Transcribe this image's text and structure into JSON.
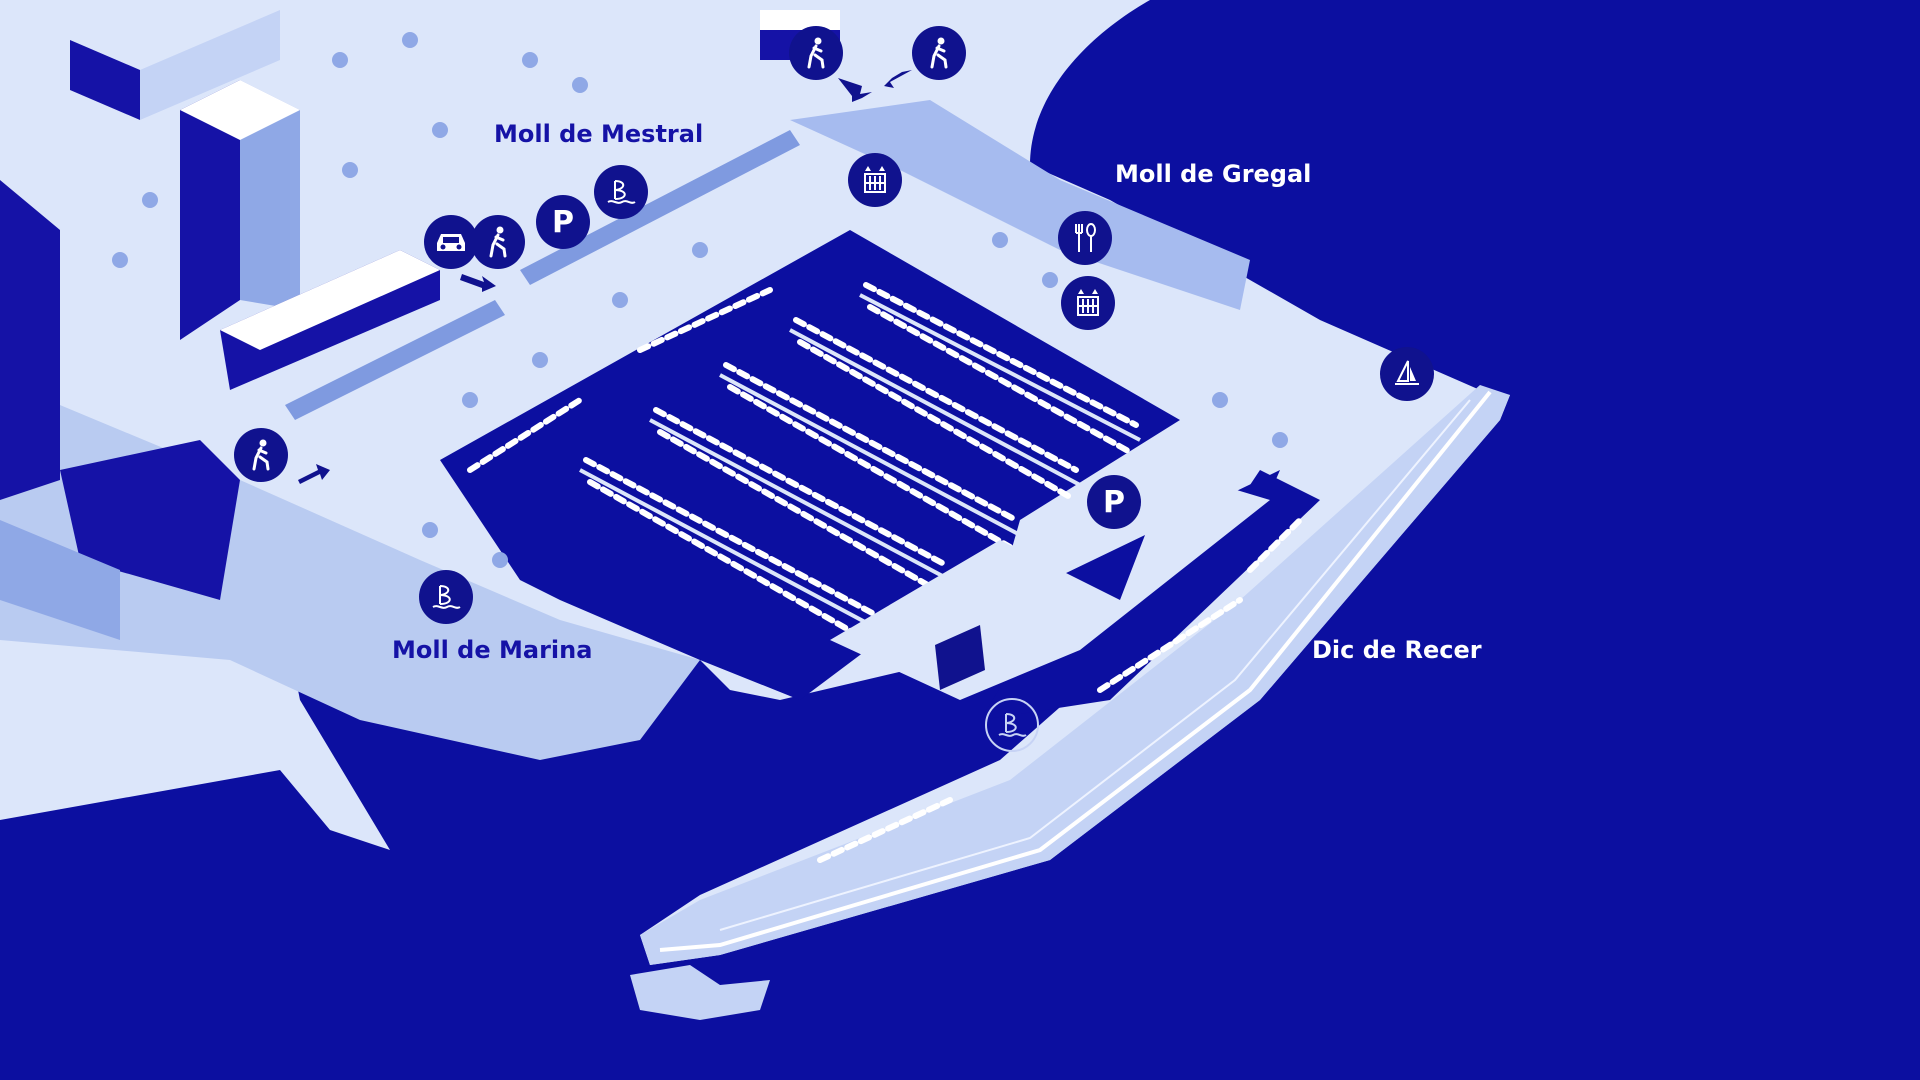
{
  "map": {
    "labels": {
      "moll_mestral": "Moll de Mestral",
      "moll_gregal": "Moll de Gregal",
      "moll_marina": "Moll de Marina",
      "dic_recer": "Dic de Recer"
    },
    "parking_letter": "P",
    "colors": {
      "sea": "#0c0fa0",
      "land_light": "#dce6fa",
      "land_mid": "#b9cbf1",
      "building": "#8fa8e6",
      "building_dark": "#1512a6",
      "icon_bg": "#10128e",
      "label_dark": "#1512a6",
      "label_light": "#ffffff"
    },
    "icons": [
      "walk-icon",
      "walk-icon",
      "walk-icon",
      "walk-icon",
      "car-icon",
      "parking-icon",
      "parking-icon",
      "marina-logo-icon",
      "marina-logo-icon",
      "marina-logo-icon",
      "elevator-icon",
      "elevator-icon",
      "restaurant-icon",
      "sailboat-icon"
    ]
  }
}
